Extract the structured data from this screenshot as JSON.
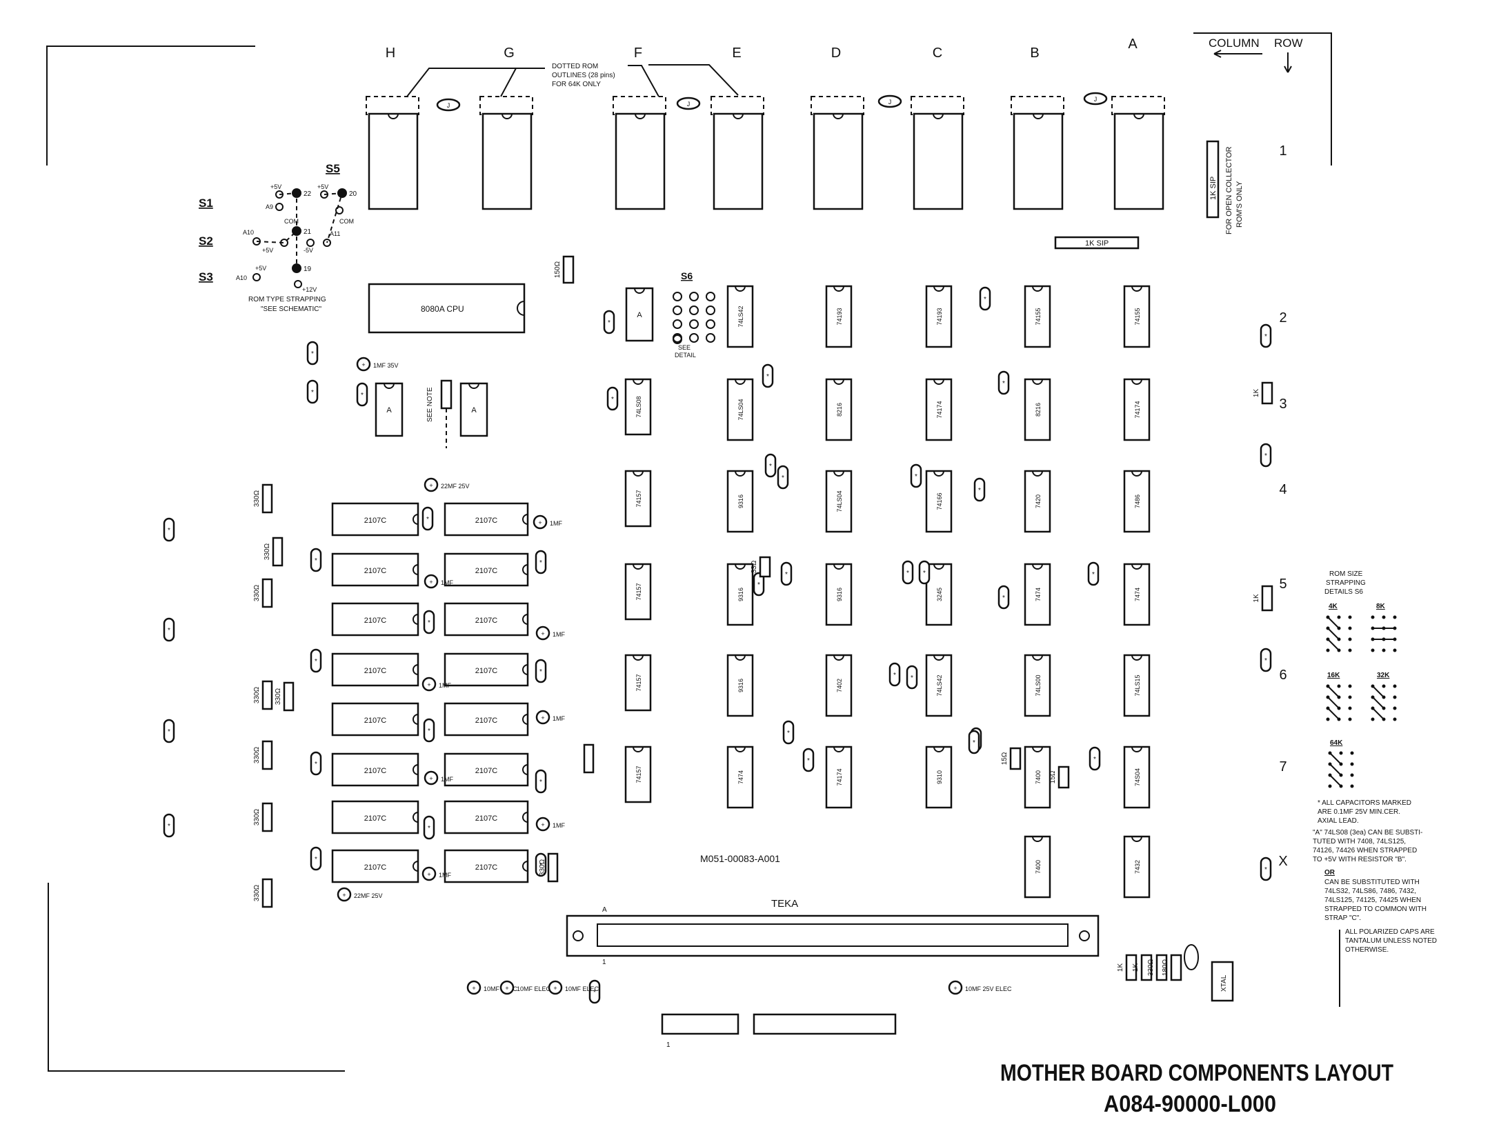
{
  "columns": [
    "H",
    "G",
    "F",
    "E",
    "D",
    "C",
    "B",
    "A"
  ],
  "header": {
    "column_label": "COLUMN",
    "row_label": "ROW"
  },
  "rows": [
    "1",
    "2",
    "3",
    "4",
    "5",
    "6",
    "7",
    "X"
  ],
  "dotted_note": [
    "DOTTED ROM",
    "OUTLINES (28 pins)",
    "FOR 64K ONLY"
  ],
  "rom_chips_row1": [
    "",
    "",
    "",
    "",
    "",
    "",
    "",
    ""
  ],
  "top_caps": [
    "J",
    "J",
    "J",
    "J"
  ],
  "sip_vertical_label": "1K SIP",
  "sip_horizontal_label": "1K SIP",
  "open_collector_note": [
    "FOR OPEN COLLECTOR",
    "ROM'S ONLY"
  ],
  "strapping": {
    "switches": [
      "S1",
      "S2",
      "S3"
    ],
    "s5_label": "S5",
    "s6_label": "S6",
    "pins": [
      "22",
      "21",
      "19",
      "20"
    ],
    "pin_labels": [
      "+5V",
      "A9",
      "COM",
      "A10",
      "+5V",
      "-5V",
      "+5V",
      "A10",
      "+12V",
      "+5V",
      "COM",
      "A11"
    ],
    "caption": [
      "ROM TYPE STRAPPING",
      "\"SEE SCHEMATIC\""
    ],
    "see_detail": [
      "SEE",
      "DETAIL"
    ],
    "see_note": "SEE NOTE"
  },
  "cpu_label": "8080A CPU",
  "a_chips": [
    "A",
    "A",
    "A"
  ],
  "ram_chips": [
    "2107C",
    "2107C",
    "2107C",
    "2107C",
    "2107C",
    "2107C",
    "2107C",
    "2107C",
    "2107C",
    "2107C",
    "2107C",
    "2107C",
    "2107C",
    "2107C",
    "2107C",
    "2107C"
  ],
  "logic_chips": {
    "E": [
      "74LS42",
      "74LS04",
      "9316",
      "9316",
      "9316",
      "7474"
    ],
    "D": [
      "74193",
      "8216",
      "74LS04",
      "9316",
      "7402",
      "74174"
    ],
    "C": [
      "74193",
      "74174",
      "74166",
      "3245",
      "74LS42",
      "9310"
    ],
    "B": [
      "74155",
      "8216",
      "7420",
      "7474",
      "74LS00",
      "7400",
      "7400"
    ],
    "A": [
      "74155",
      "74174",
      "7486",
      "7474",
      "74LS15",
      "74S04",
      "7432"
    ],
    "F": [
      "",
      "74LS08",
      "74157",
      "74157",
      "74157",
      "74157"
    ]
  },
  "caps_text": [
    "1MF 35V",
    "22MF 25V",
    "1MF",
    "1MF",
    "1MF",
    "1MF",
    "1MF",
    "1MF",
    "1MF",
    "1MF",
    "22MF 25V",
    "10MF ELEC",
    "10MF ELEC",
    "10MF ELEC",
    "10MF 25V ELEC"
  ],
  "resistors": [
    "150Ω",
    "330Ω",
    "330Ω",
    "330Ω",
    "330Ω",
    "330Ω",
    "330Ω",
    "330Ω",
    "330Ω",
    "330Ω",
    "33Ω",
    "15Ω",
    "15Ω",
    "1K",
    "1K",
    "1K",
    "1K",
    "330Ω",
    "180Ω"
  ],
  "xtal_label": "XTAL",
  "board_part": "M051-00083-A001",
  "connector": {
    "label": "TEKA",
    "pin_a": "A",
    "pin_1": "1"
  },
  "bottom_header_pin": "1",
  "rom_size": {
    "title": [
      "ROM SIZE",
      "STRAPPING",
      "DETAILS S6"
    ],
    "sizes": [
      "4K",
      "8K",
      "16K",
      "32K",
      "64K"
    ]
  },
  "notes": {
    "n1": [
      "*  ALL CAPACITORS MARKED",
      "ARE 0.1MF 25V MIN.CER.",
      "AXIAL LEAD."
    ],
    "n2": [
      "\"A\"  74LS08 (3ea) CAN BE SUBSTI-",
      "TUTED WITH 7408, 74LS125,",
      "74126, 74426 WHEN STRAPPED",
      "TO +5V WITH RESISTOR \"B\"."
    ],
    "n3_head": "OR",
    "n3": [
      "CAN BE SUBSTITUTED WITH",
      "74LS32, 74LS86, 7486, 7432,",
      "74LS125, 74125, 74425 WHEN",
      "STRAPPED TO COMMON WITH",
      "STRAP \"C\"."
    ],
    "n4": [
      "ALL POLARIZED CAPS ARE",
      "TANTALUM UNLESS NOTED",
      "OTHERWISE."
    ]
  },
  "title": {
    "line1": "MOTHER BOARD COMPONENTS LAYOUT",
    "line2": "A084-90000-L000"
  }
}
